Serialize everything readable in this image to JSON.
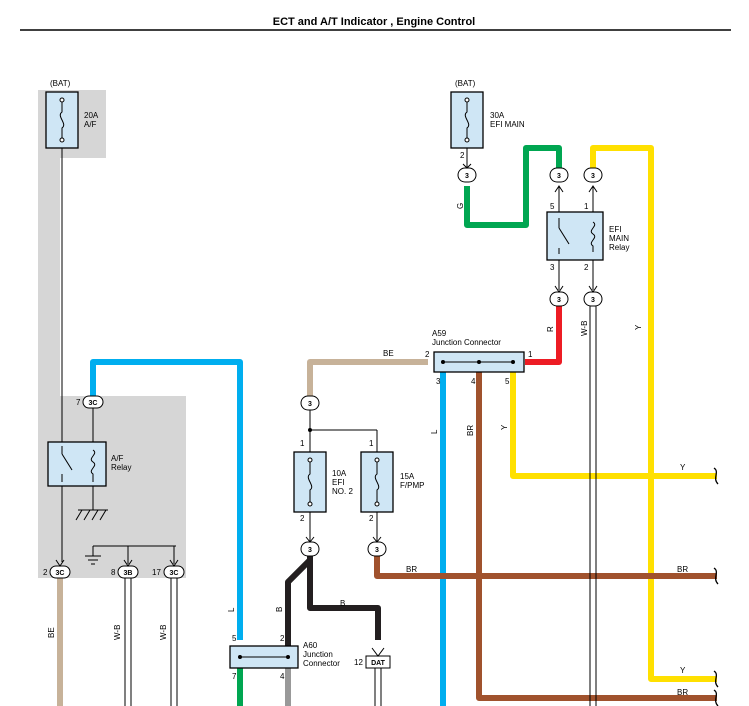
{
  "page": {
    "title": "ECT and A/T Indicator , Engine Control"
  },
  "colors": {
    "blue": "#00aeef",
    "green": "#00a651",
    "yellow": "#ffe000",
    "red": "#ed1c24",
    "beige": "#c7b299",
    "brown": "#a0522d",
    "black": "#231f20",
    "gray": "#999999",
    "component_fill": "#cfe6f5",
    "shade": "#d6d6d6"
  },
  "components": {
    "bat_left": "(BAT)",
    "fuse_af": {
      "amp": "20A",
      "name": "A/F"
    },
    "bat_right": "(BAT)",
    "fuse_efi_main": {
      "amp": "30A",
      "name": "EFI MAIN"
    },
    "efi_main_relay": {
      "l1": "EFI",
      "l2": "MAIN",
      "l3": "Relay"
    },
    "af_relay": {
      "l1": "A/F",
      "l2": "Relay"
    },
    "fuse_efi_no2": {
      "amp": "10A",
      "l1": "EFI",
      "l2": "NO. 2"
    },
    "fuse_fpmp": {
      "amp": "15A",
      "name": "F/PMP"
    },
    "a59": {
      "id": "A59",
      "name": "Junction Connector"
    },
    "a60": {
      "id": "A60",
      "l1": "Junction",
      "l2": "Connector"
    }
  },
  "connectors": {
    "c3": "3",
    "c3c": "3C",
    "c3b": "3B",
    "dat": "DAT"
  },
  "pins": {
    "p1": "1",
    "p2": "2",
    "p3": "3",
    "p4": "4",
    "p5": "5",
    "p7": "7",
    "p8": "8",
    "p12": "12",
    "p17": "17"
  },
  "wire_labels": {
    "G": "G",
    "R": "R",
    "WB": "W-B",
    "Y": "Y",
    "BE": "BE",
    "L": "L",
    "BR": "BR",
    "B": "B"
  }
}
